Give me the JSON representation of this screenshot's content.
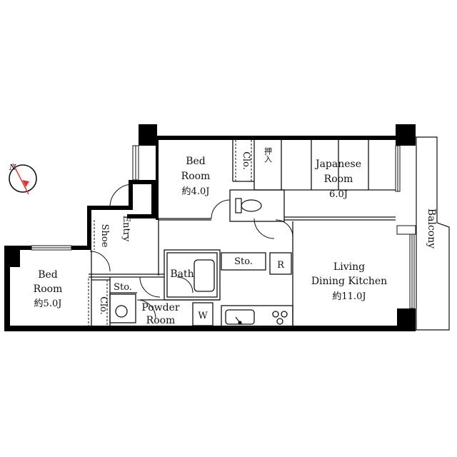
{
  "compass": {
    "label": "N"
  },
  "rooms": {
    "bed_room_1": {
      "line1": "Bed",
      "line2": "Room",
      "size": "約4.0J"
    },
    "closet_1": {
      "label": "Clo."
    },
    "oshiire": {
      "label": "押入"
    },
    "japanese_room": {
      "line1": "Japanese",
      "line2": "Room",
      "size": "6.0J"
    },
    "balcony": {
      "label": "Balcony"
    },
    "entry": {
      "label": "Entry"
    },
    "shoe": {
      "label": "Shoe"
    },
    "bed_room_2": {
      "line1": "Bed",
      "line2": "Room",
      "size": "約5.0J"
    },
    "closet_2": {
      "label": "Clo."
    },
    "storage_1": {
      "label": "Sto."
    },
    "bath": {
      "label": "Bath"
    },
    "powder_room": {
      "line1": "Powder",
      "line2": "Room"
    },
    "washer": {
      "label": "W"
    },
    "storage_2": {
      "label": "Sto."
    },
    "refrigerator": {
      "label": "R"
    },
    "ldk": {
      "line1": "Living",
      "line2": "Dining Kitchen",
      "size": "約11.0J"
    }
  },
  "colors": {
    "wall": "#000000",
    "compass_accent": "#e8322d",
    "line": "#111111"
  }
}
